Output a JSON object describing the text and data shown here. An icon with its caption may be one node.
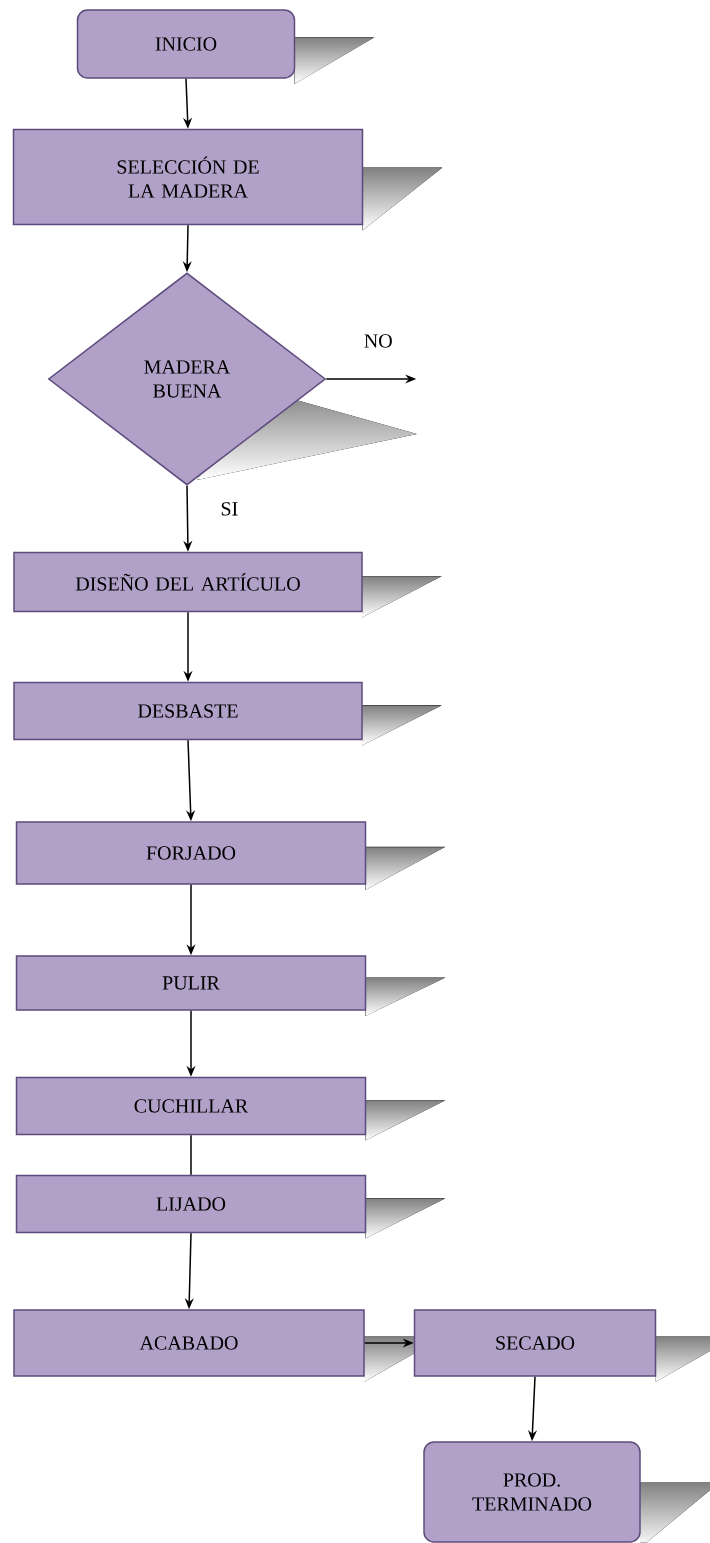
{
  "diagram": {
    "nodes": [
      {
        "text": [
          "INICIO"
        ]
      },
      {
        "text": [
          "SELECCIÓN DE LA MADERA"
        ]
      },
      {
        "text": [
          "MADERA BUENA"
        ]
      },
      {
        "text": [
          "DISEÑO DEL ARTÍCULO"
        ]
      },
      {
        "text": [
          "DESBASTE"
        ]
      },
      {
        "text": [
          "FORJADO"
        ]
      },
      {
        "text": [
          "PULIR"
        ]
      },
      {
        "text": [
          "CUCHILLAR"
        ]
      },
      {
        "text": [
          "LIJADO"
        ]
      },
      {
        "text": [
          "ACABADO"
        ]
      },
      {
        "text": [
          "SECADO"
        ]
      },
      {
        "text": [
          "PROD. TERMINADO"
        ]
      }
    ],
    "edges": [
      {
        "from": 0,
        "to": 1,
        "arrow": "to"
      },
      {
        "from": 1,
        "to": 2,
        "arrow": "to"
      },
      {
        "from": 2,
        "to": null,
        "arrow": "to",
        "label": "NO"
      },
      {
        "from": 2,
        "to": 3,
        "arrow": "to",
        "label": "SI"
      },
      {
        "from": 3,
        "to": 4,
        "arrow": "to"
      },
      {
        "from": 4,
        "to": 5,
        "arrow": "to"
      },
      {
        "from": 5,
        "to": 6,
        "arrow": "to"
      },
      {
        "from": 6,
        "to": 7,
        "arrow": "to"
      },
      {
        "from": 7,
        "to": 8,
        "arrow": "none"
      },
      {
        "from": 8,
        "to": 9,
        "arrow": "to"
      },
      {
        "from": 9,
        "to": 10,
        "arrow": "to"
      },
      {
        "from": 10,
        "to": 11,
        "arrow": "to"
      }
    ]
  }
}
